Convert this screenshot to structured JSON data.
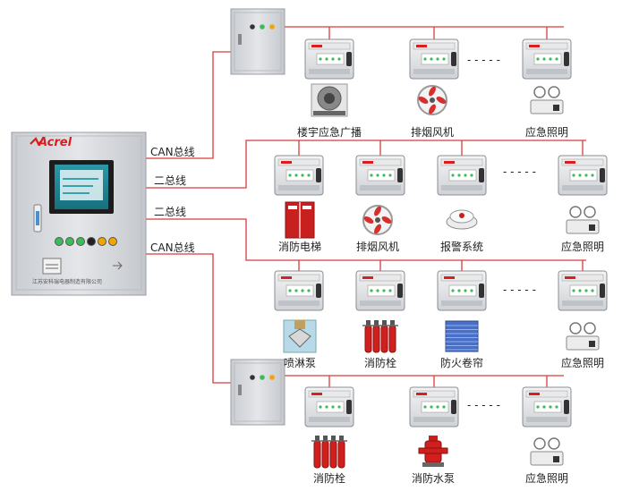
{
  "controller": {
    "brand": "Acrel",
    "footer": "江苏安科瑞电器制造有限公司"
  },
  "bus_labels": [
    "CAN总线",
    "二总线",
    "二总线",
    "CAN总线"
  ],
  "ellipsis": "- - - - -",
  "colors": {
    "bus_line": "#d93a3a",
    "brand_red": "#d81e1e",
    "cabinet": "#d8dbdf",
    "screen": "#1f7f8f"
  },
  "rows": [
    {
      "devices": [
        "楼宇应急广播",
        "排烟风机",
        "应急照明"
      ]
    },
    {
      "devices": [
        "消防电梯",
        "排烟风机",
        "报警系统",
        "应急照明"
      ]
    },
    {
      "devices": [
        "喷淋泵",
        "消防栓",
        "防火卷帘",
        "应急照明"
      ]
    },
    {
      "devices": [
        "消防栓",
        "消防水泵",
        "应急照明"
      ]
    }
  ]
}
